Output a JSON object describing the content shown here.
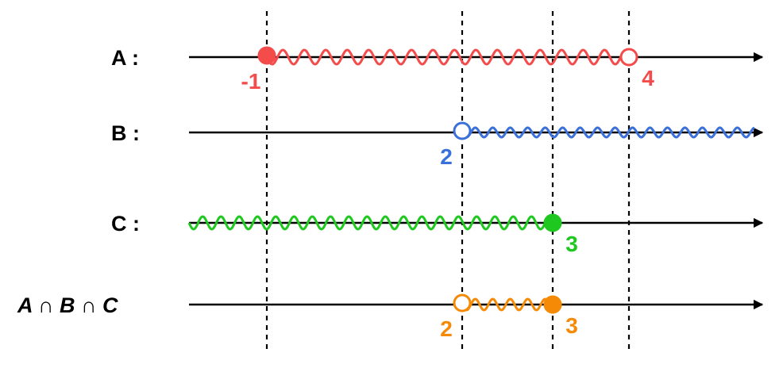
{
  "rows": [
    {
      "label": "A :",
      "italic": false,
      "color": "#f44b4b",
      "from": -1,
      "to": 4,
      "from_closed": true,
      "to_closed": false,
      "to_infinity": false,
      "from_infinity": false,
      "from_label": "-1",
      "to_label": "4"
    },
    {
      "label": "B :",
      "italic": false,
      "color": "#3a70d9",
      "from": 2,
      "to": null,
      "from_closed": false,
      "to_closed": false,
      "to_infinity": true,
      "from_infinity": false,
      "from_label": "2",
      "to_label": ""
    },
    {
      "label": "C :",
      "italic": false,
      "color": "#1ec81e",
      "from": null,
      "to": 3,
      "from_closed": false,
      "to_closed": true,
      "to_infinity": false,
      "from_infinity": true,
      "from_label": "",
      "to_label": "3"
    },
    {
      "label": "A ∩ B ∩ C",
      "italic": true,
      "color": "#f58a07",
      "from": 2,
      "to": 3,
      "from_closed": false,
      "to_closed": true,
      "to_infinity": false,
      "from_infinity": false,
      "from_label": "2",
      "to_label": "3"
    }
  ],
  "reference_values": [
    -1,
    2,
    3,
    4
  ]
}
